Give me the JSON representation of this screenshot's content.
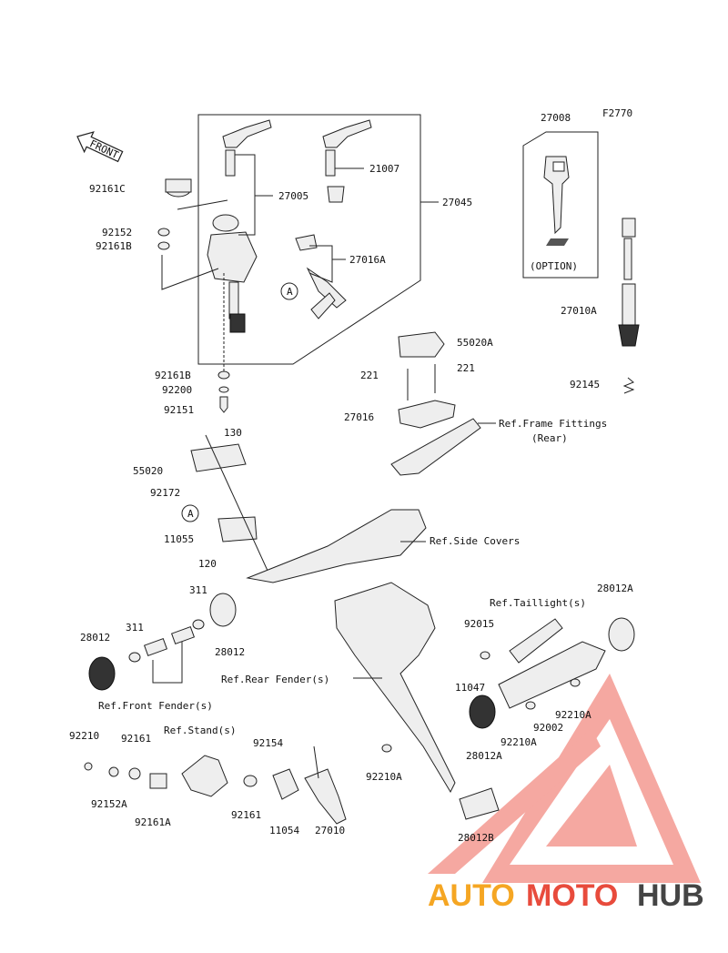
{
  "figure_code": "F2770",
  "front_arrow": "FRONT",
  "labels": {
    "p27008": "27008",
    "p27010A": "27010A",
    "p92145": "92145",
    "option": "(OPTION)",
    "p21007": "21007",
    "p27005": "27005",
    "p27045": "27045",
    "p92161C": "92161C",
    "p92152": "92152",
    "p92161B": "92161B",
    "p27016A": "27016A",
    "refA1": "A",
    "p92161B_2": "92161B",
    "p92200": "92200",
    "p92151": "92151",
    "p55020A": "55020A",
    "p221a": "221",
    "p221b": "221",
    "p27016": "27016",
    "ref_frame": "Ref.Frame Fittings",
    "ref_frame_rear": "(Rear)",
    "p130": "130",
    "p55020": "55020",
    "p92172": "92172",
    "refA2": "A",
    "p11055": "11055",
    "p120": "120",
    "ref_side": "Ref.Side Covers",
    "p311a": "311",
    "p311b": "311",
    "p28012a": "28012",
    "p28012b": "28012",
    "ref_front_fender": "Ref.Front Fender(s)",
    "ref_rear_fender": "Ref.Rear Fender(s)",
    "ref_taillight": "Ref.Taillight(s)",
    "p28012A_top": "28012A",
    "p92015": "92015",
    "p11047": "11047",
    "p92210A_r": "92210A",
    "p92002": "92002",
    "p92210A_m": "92210A",
    "p28012A_b": "28012A",
    "p92210A_l": "92210A",
    "p28012B": "28012B",
    "p92210": "92210",
    "p92161": "92161",
    "ref_stand": "Ref.Stand(s)",
    "p92154": "92154",
    "p92152A": "92152A",
    "p92161A": "92161A",
    "p92161_b": "92161",
    "p11054": "11054",
    "p27010": "27010"
  },
  "watermark": {
    "part1": "AUTO",
    "part2": "MOTO",
    "part3": "HUB",
    "colors": {
      "orange": "#f5a623",
      "red": "#e84b3c",
      "gray": "#444444",
      "triangle": "#f28b82"
    }
  }
}
